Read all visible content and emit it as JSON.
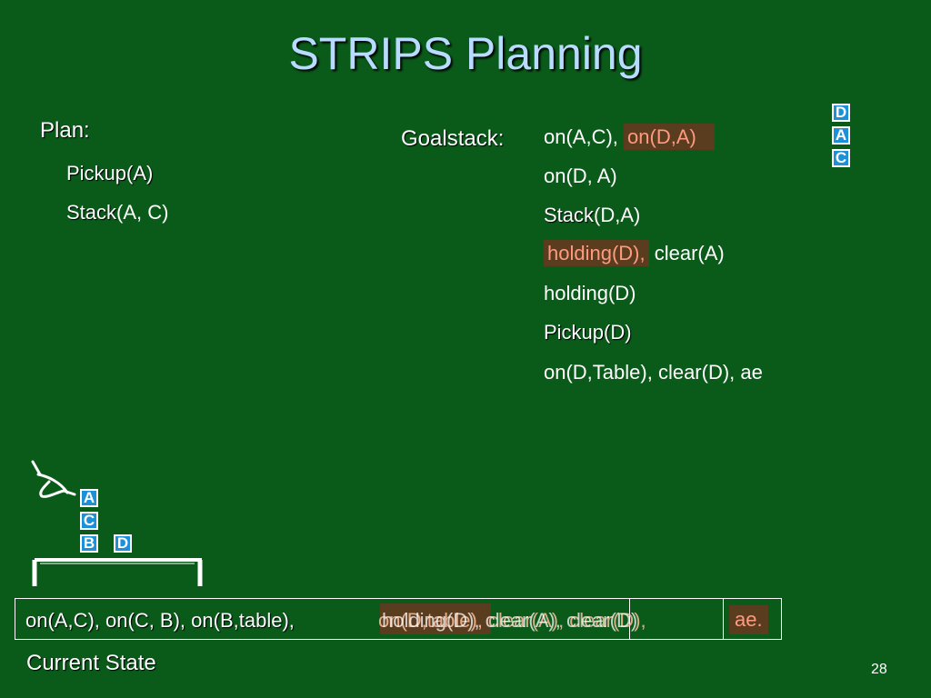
{
  "slide": {
    "title": "STRIPS Planning",
    "page_number": "28"
  },
  "plan": {
    "label": "Plan:",
    "steps": [
      {
        "op": "Pickup(A)",
        "args": ""
      },
      {
        "op": "Stack",
        "args": "(A, C)"
      }
    ]
  },
  "goalstack": {
    "label": "Goalstack:",
    "lines": [
      {
        "text": "on(A,C), ",
        "highlight": "on(D,A)"
      },
      {
        "text": "on(D, A)"
      },
      {
        "op": "Stack",
        "text": "(D,A)"
      },
      {
        "highlight": "holding(D),",
        "text": " clear(A)"
      },
      {
        "text": "holding(D)"
      },
      {
        "op": "Pickup(D)"
      },
      {
        "text": "on(D,Table), clear(D), ae"
      }
    ]
  },
  "goal_blocks": [
    "D",
    "A",
    "C"
  ],
  "current_blocks": {
    "stack": [
      "A",
      "C",
      "B"
    ],
    "table_single": "D"
  },
  "current_state": {
    "label": "Current State",
    "text_prefix": "on(A,C), on(C, B), on(B,table), ",
    "overlapping_text_a": "on(D,table), clear(A), clear(D),",
    "overlapping_text_b": "holding(D), clear(A), clear(D)",
    "highlight_end": "ae."
  },
  "colors": {
    "background": "#0a5a1a",
    "title": "#b8dcff",
    "highlight_bg": "#5a3d1e",
    "highlight_text": "#ff9a80",
    "block": "#1e90d8"
  }
}
